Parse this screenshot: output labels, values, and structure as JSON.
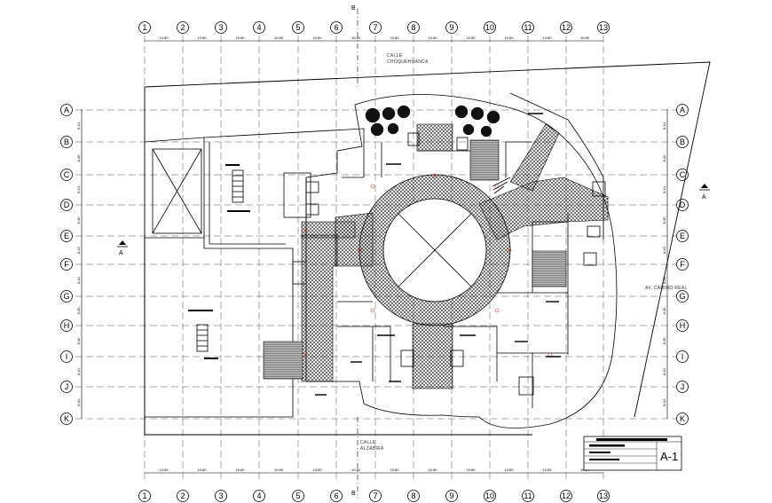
{
  "axes": {
    "columns": [
      "1",
      "2",
      "3",
      "4",
      "5",
      "6",
      "7",
      "8",
      "9",
      "10",
      "11",
      "12",
      "13"
    ],
    "rows": [
      "A",
      "B",
      "C",
      "D",
      "E",
      "F",
      "G",
      "H",
      "I",
      "J",
      "K"
    ],
    "column_spacing": [
      "10.80",
      "10.80",
      "10.80",
      "10.80",
      "10.80",
      "10.80",
      "10.80",
      "10.80",
      "10.80",
      "10.80",
      "10.80",
      "10.80"
    ],
    "row_spacing": [
      "8.10",
      "8.40",
      "8.10",
      "8.40",
      "8.40",
      "8.40",
      "8.40",
      "8.40",
      "8.10",
      "8.40"
    ]
  },
  "section_marks": {
    "b_label": "B",
    "a_label": "A"
  },
  "streets": {
    "north": [
      "CALLE",
      "CHOQUEHUANCA"
    ],
    "south": [
      "CALLE",
      "ALZABIRA"
    ],
    "east": "AV. CAMINO REAL"
  },
  "title_block": {
    "sheet": "A-1"
  },
  "colors": {
    "line": "#000000",
    "axis": "#555555",
    "hatch": "#222222",
    "accent": "#c0392b"
  }
}
